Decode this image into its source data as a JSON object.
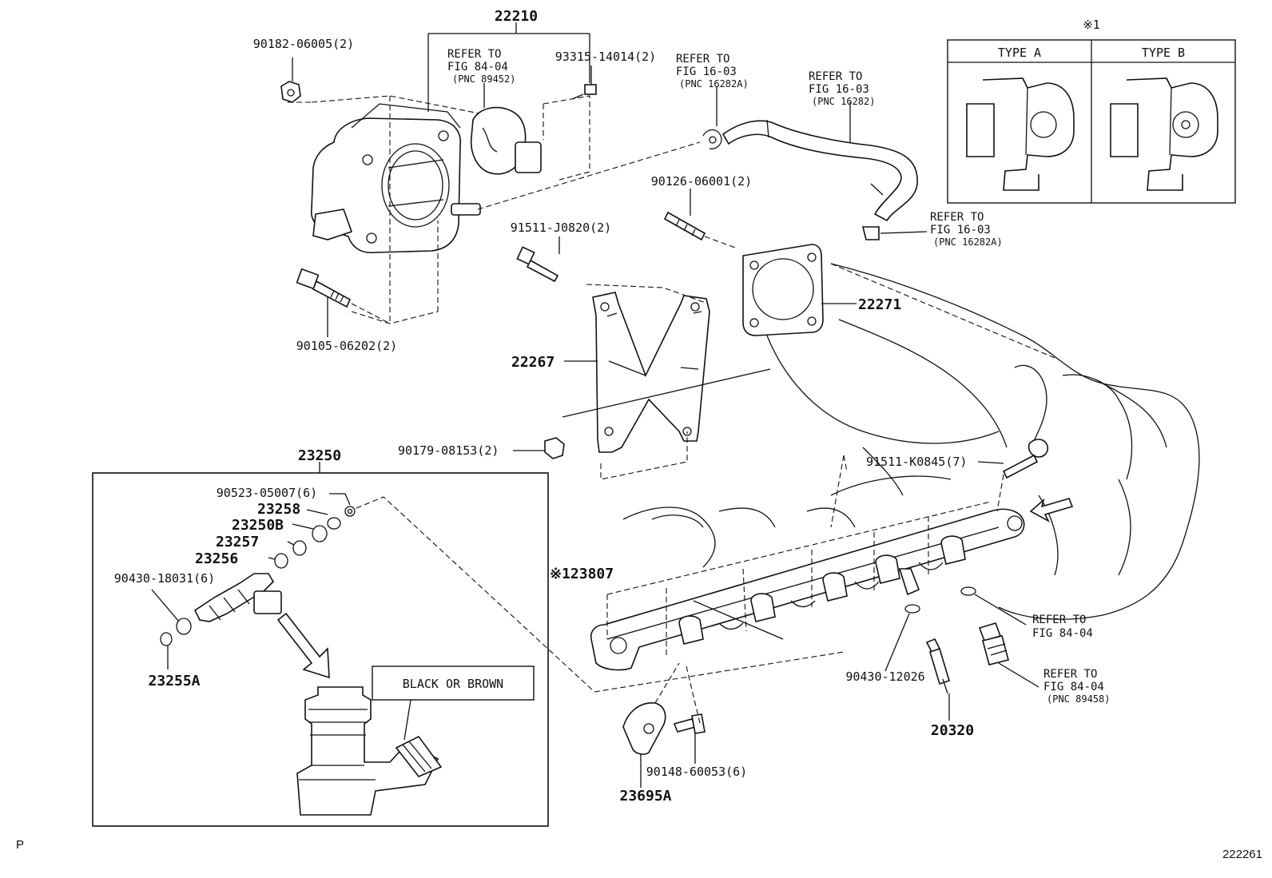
{
  "callouts": {
    "p22210": "22210",
    "p90182": "90182-06005(2)",
    "p93315": "93315-14014(2)",
    "ref_tps_1": "REFER TO",
    "ref_tps_2": "FIG 84-04",
    "ref_tps_3": "(PNC 89452)",
    "ref_hose_a1": "REFER TO",
    "ref_hose_a2": "FIG 16-03",
    "ref_hose_a3": "(PNC 16282A)",
    "ref_hose_1": "REFER TO",
    "ref_hose_2": "FIG 16-03",
    "ref_hose_3": "(PNC 16282)",
    "ref_clip_1": "REFER TO",
    "ref_clip_2": "FIG 16-03",
    "ref_clip_3": "(PNC 16282A)",
    "p90126": "90126-06001(2)",
    "p91511j": "91511-J0820(2)",
    "p22271": "22271",
    "p90105": "90105-06202(2)",
    "p22267": "22267",
    "p90179": "90179-08153(2)",
    "p91511k": "91511-K0845(7)",
    "p23250": "23250",
    "p90523": "90523-05007(6)",
    "p23258": "23258",
    "p23250b": "23250B",
    "p23257": "23257",
    "p23256": "23256",
    "p90430_18": "90430-18031(6)",
    "p23255a": "23255A",
    "black_brown": "BLACK OR BROWN",
    "p23807": "※123807",
    "ref_84a_1": "REFER TO",
    "ref_84a_2": "FIG 84-04",
    "p90430_12": "90430-12026",
    "ref_84b_1": "REFER TO",
    "ref_84b_2": "FIG 84-04",
    "ref_84b_3": "(PNC 89458)",
    "p20320": "20320",
    "p90148": "90148-60053(6)",
    "p23695a": "23695A"
  },
  "legend": {
    "mark": "※1",
    "type_a": "TYPE A",
    "type_b": "TYPE B"
  },
  "corner_left": "P",
  "corner_right": "222261"
}
